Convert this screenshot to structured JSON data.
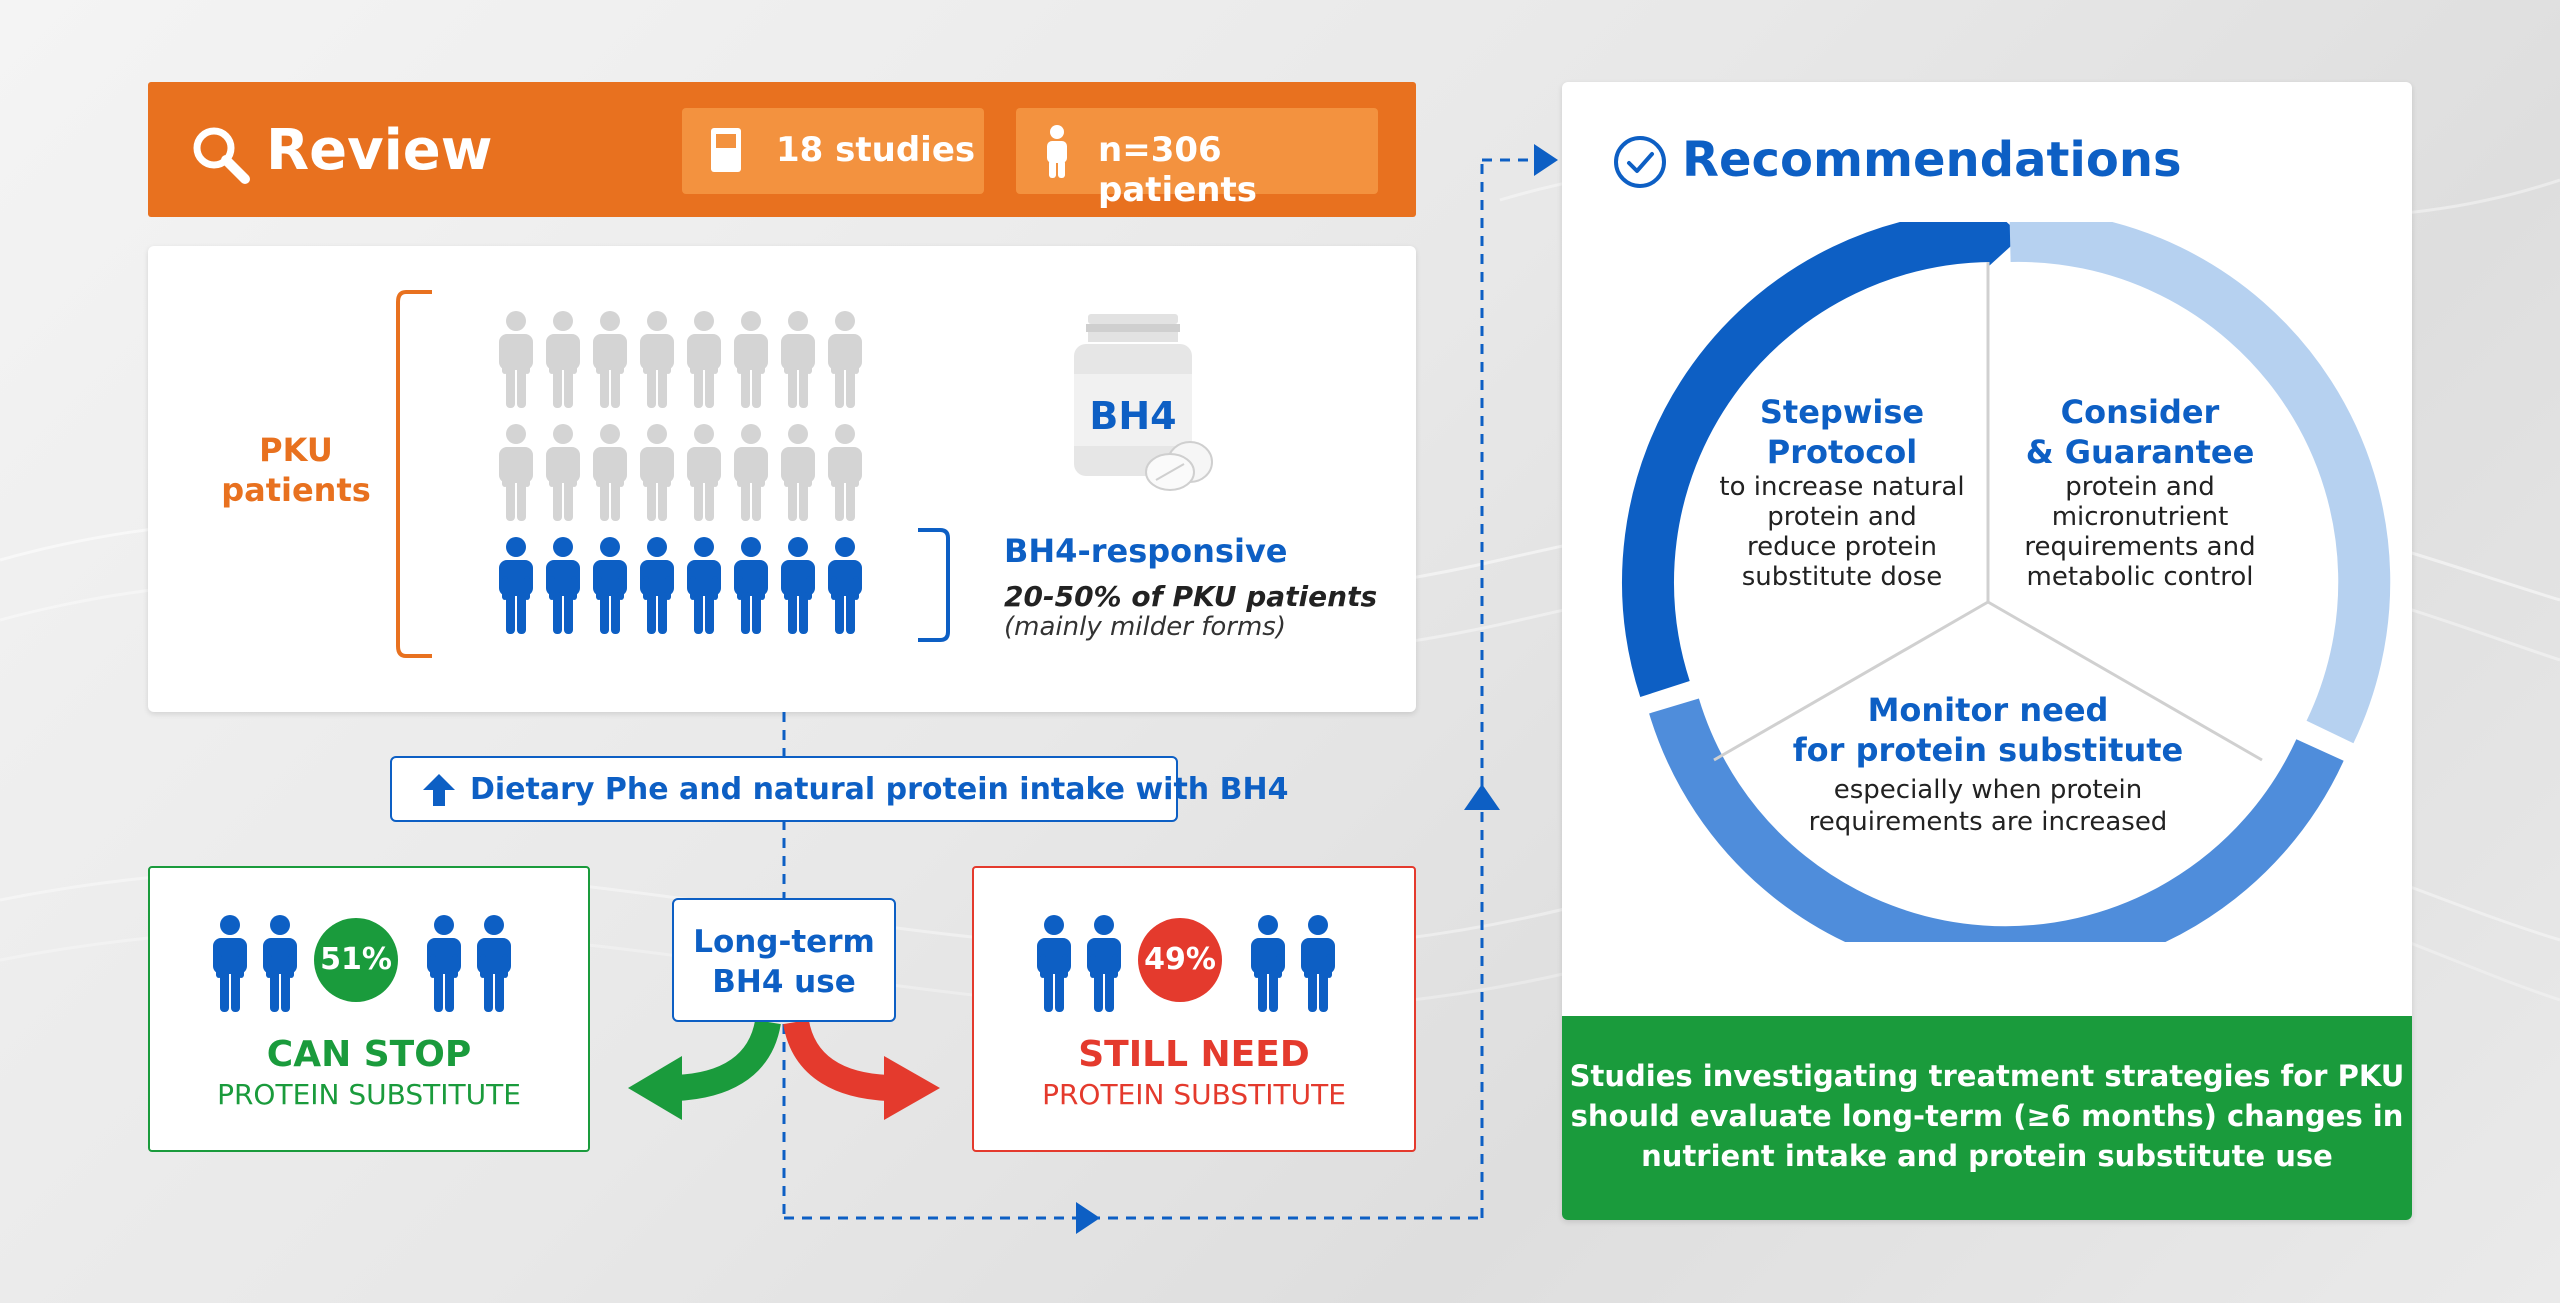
{
  "review": {
    "title": "Review",
    "studies_label": "18 studies",
    "patients_label": "n=306 patients"
  },
  "pku": {
    "label_line1": "PKU",
    "label_line2": "patients",
    "pill_text": "BH4",
    "responsive_title": "BH4-responsive",
    "responsive_pct": "20-50% of PKU patients",
    "responsive_note": "(mainly milder forms)"
  },
  "intake_banner": "Dietary Phe and natural protein intake with BH4",
  "longterm": {
    "line1": "Long-term",
    "line2": "BH4 use"
  },
  "can_stop": {
    "pct": "51%",
    "title": "CAN STOP",
    "subtitle": "PROTEIN SUBSTITUTE"
  },
  "still_need": {
    "pct": "49%",
    "title": "STILL NEED",
    "subtitle": "PROTEIN SUBSTITUTE"
  },
  "recommendations": {
    "title": "Recommendations",
    "stepwise_title1": "Stepwise",
    "stepwise_title2": "Protocol",
    "stepwise_body": [
      "to increase natural",
      "protein and",
      "reduce protein",
      "substitute dose"
    ],
    "consider_title1": "Consider",
    "consider_title2": "& Guarantee",
    "consider_body": [
      "protein and",
      "micronutrient",
      "requirements and",
      "metabolic control"
    ],
    "monitor_title1": "Monitor need",
    "monitor_title2": "for protein substitute",
    "monitor_body": [
      "especially when protein",
      "requirements are increased"
    ],
    "conclusion": [
      "Studies investigating treatment strategies for PKU",
      "should evaluate long-term (≥6 months) changes in",
      "nutrient intake and protein substitute use"
    ]
  },
  "colors": {
    "orange": "#e8711f",
    "orange_light": "#f3923f",
    "blue": "#0d5fc4",
    "blue_mid": "#4f8ddb",
    "blue_light": "#b6d1f0",
    "green": "#1a9b3c",
    "red": "#e43a2d",
    "gray_person": "#d4d4d4"
  }
}
